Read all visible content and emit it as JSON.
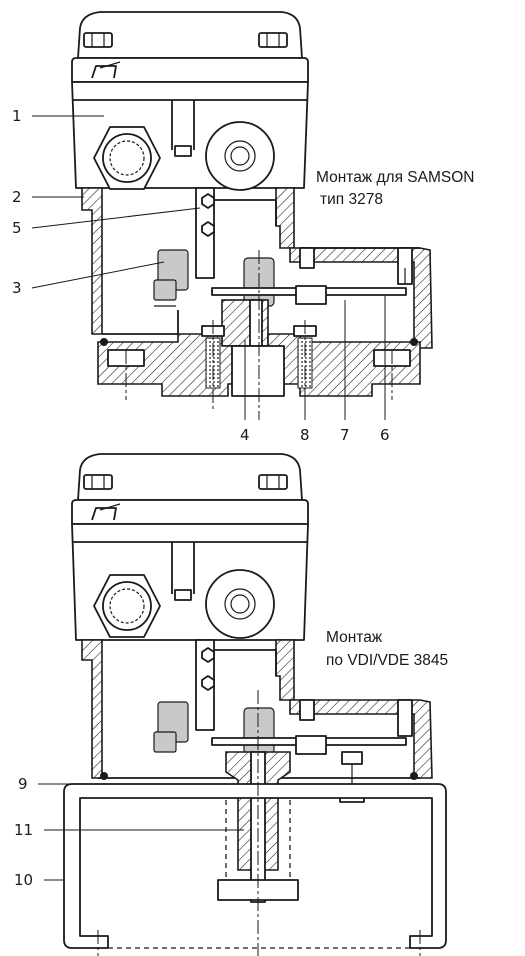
{
  "captions": {
    "top_line1": "Монтаж для SAMSON",
    "top_line2": "тип 3278",
    "bottom_line1": "Монтаж",
    "bottom_line2": "по VDI/VDE 3845"
  },
  "callouts": {
    "n1": "1",
    "n2": "2",
    "n3": "3",
    "n4": "4",
    "n5": "5",
    "n6": "6",
    "n7": "7",
    "n8": "8",
    "n9": "9",
    "n10": "10",
    "n11": "11"
  }
}
